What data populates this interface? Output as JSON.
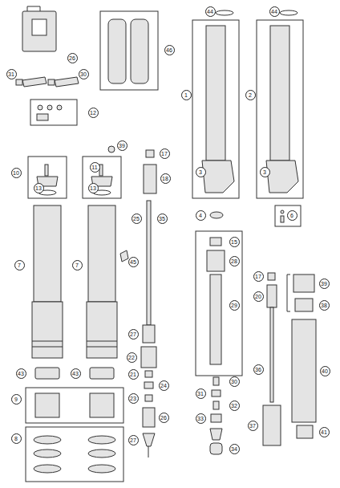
{
  "diagram": {
    "labels": [
      "26",
      "31",
      "30",
      "12",
      "46",
      "39",
      "10",
      "11",
      "13",
      "13",
      "7",
      "7",
      "45",
      "43",
      "43",
      "9",
      "8",
      "17",
      "18",
      "25",
      "35",
      "27",
      "22",
      "21",
      "24",
      "23",
      "26",
      "27",
      "44",
      "44",
      "1",
      "2",
      "3",
      "3",
      "4",
      "6",
      "15",
      "28",
      "29",
      "30",
      "31",
      "32",
      "33",
      "34",
      "17",
      "20",
      "36",
      "37",
      "39",
      "38",
      "40",
      "41"
    ]
  }
}
